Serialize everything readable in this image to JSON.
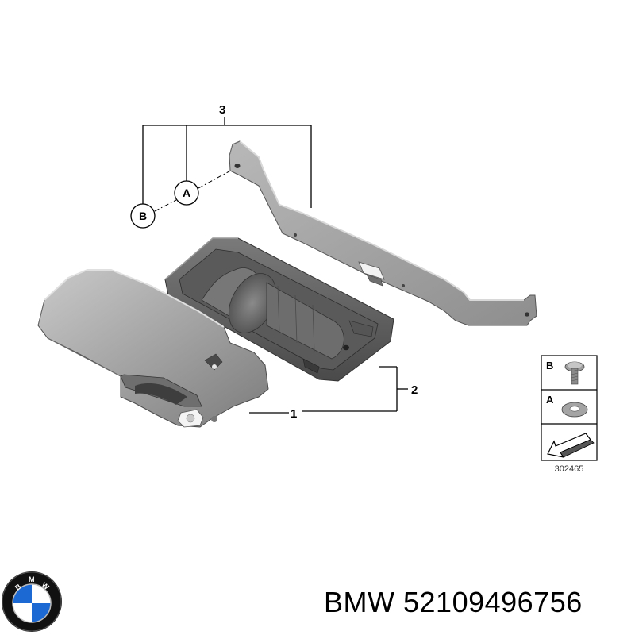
{
  "diagram": {
    "callouts": {
      "part_1": "1",
      "part_2": "2",
      "part_3": "3"
    },
    "circle_labels": {
      "a": "A",
      "b": "B"
    },
    "legend": {
      "row_b_letter": "B",
      "row_a_letter": "A",
      "reference_number": "302465"
    }
  },
  "footer": {
    "brand": "BMW",
    "part_number": "52109496756"
  },
  "logo": {
    "letters": [
      "B",
      "M",
      "W"
    ],
    "colors": {
      "ring": "#1a1a1a",
      "blue": "#1c69d4",
      "white": "#ffffff"
    }
  },
  "colors": {
    "part_fill": "#9a9a9a",
    "part_light": "#bdbdbd",
    "part_dark": "#555555",
    "line": "#000000"
  }
}
